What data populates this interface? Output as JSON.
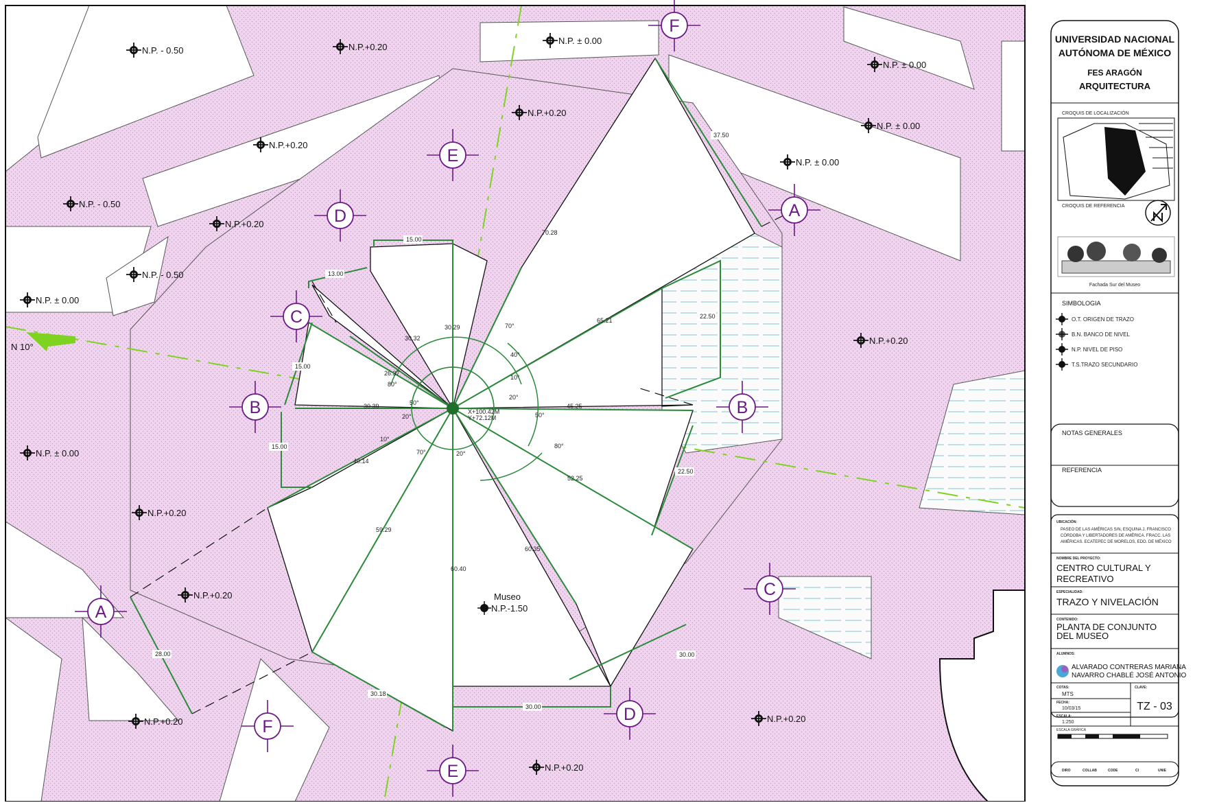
{
  "north_label": "N 10°",
  "level_labels": [
    {
      "id": "np-1",
      "text": "N.P. - 0.50"
    },
    {
      "id": "np-2",
      "text": "N.P.+0.20"
    },
    {
      "id": "np-3",
      "text": "N.P. ± 0.00"
    },
    {
      "id": "np-4",
      "text": "N.P. ± 0.00"
    },
    {
      "id": "np-5",
      "text": "N.P.+0.20"
    },
    {
      "id": "np-6",
      "text": "N.P. ± 0.00"
    },
    {
      "id": "np-7",
      "text": "N.P.+0.20"
    },
    {
      "id": "np-8",
      "text": "N.P. - 0.50"
    },
    {
      "id": "np-9",
      "text": "N.P.+0.20"
    },
    {
      "id": "np-10",
      "text": "N.P. ± 0.00"
    },
    {
      "id": "np-11",
      "text": "N.P. - 0.50"
    },
    {
      "id": "np-12",
      "text": "N.P. ± 0.00"
    },
    {
      "id": "np-13",
      "text": "N.P.+0.20"
    },
    {
      "id": "np-14",
      "text": "N.P. ± 0.00"
    },
    {
      "id": "np-15",
      "text": "N.P.+0.20"
    },
    {
      "id": "np-16",
      "text": "N.P.+0.20"
    },
    {
      "id": "np-17",
      "text": "N.P.+0.20"
    },
    {
      "id": "np-18",
      "text": "N.P.+0.20"
    },
    {
      "id": "np-19",
      "text": "N.P.+0.20"
    }
  ],
  "museum": {
    "name": "Museo",
    "level": "N.P.-1.50"
  },
  "origin_coords": [
    "X+100.42M",
    "Y+72.12M"
  ],
  "axis_markers": [
    "A",
    "B",
    "C",
    "D",
    "E",
    "F",
    "A",
    "B",
    "C",
    "D",
    "E",
    "F"
  ],
  "ray_lengths": [
    "30.29",
    "30.32",
    "26.37",
    "30.39",
    "40.14",
    "59.29",
    "60.40",
    "60.35",
    "52.25",
    "45.25",
    "65.21",
    "70.28"
  ],
  "angle_labels": [
    "70°",
    "40°",
    "10°",
    "20°",
    "80°",
    "50°",
    "20°",
    "10°",
    "70°",
    "20°",
    "50°",
    "80°"
  ],
  "edge_dims": [
    "15.00",
    "13.00",
    "15.00",
    "15.00",
    "37.50",
    "22.50",
    "22.50",
    "30.00",
    "30.00",
    "30.18",
    "28.00"
  ],
  "title_block": {
    "university": [
      "UNIVERSIDAD NACIONAL",
      "AUTÓNOMA DE MÉXICO"
    ],
    "faculty": [
      "FES ARAGÓN",
      "ARQUITECTURA"
    ],
    "croquis_localizacion": "CROQUIS DE LOCALIZACIÓN",
    "croquis_referencia": "CROQUIS DE REFERENCIA",
    "facade_caption": "Fachada Sur del Museo",
    "simbologia_title": "SIMBOLOGIA",
    "symbols": [
      "O.T. ORIGEN DE TRAZO",
      "B.N. BANCO DE NIVEL",
      "N.P. NIVEL DE PISO",
      "T.S.TRAZO SECUNDARIO"
    ],
    "notas_generales": "NOTAS GENERALES",
    "referencia": "REFERENCIA",
    "ubicacion_label": "UBICACIÓN:",
    "ubicacion": [
      "PASEO DE LAS AMÉRICAS S/N, ESQUINA J. FRANCISCO",
      "CÓRDOBA Y LIBERTADORES DE AMÉRICA. FRACC. LAS",
      "AMÉRICAS. ECATEPEC DE MORELOS, EDO. DE MÉXICO"
    ],
    "proyecto_label": "NOMBRE DEL PROYECTO:",
    "proyecto": [
      "CENTRO CULTURAL Y",
      "RECREATIVO"
    ],
    "especialidad_label": "ESPECIALIDAD:",
    "especialidad": "TRAZO Y NIVELACIÓN",
    "contenido_label": "CONTENIDO:",
    "contenido": [
      "PLANTA DE CONJUNTO",
      "DEL MUSEO"
    ],
    "alumnos_label": "ALUMNOS:",
    "alumnos": [
      "ALVARADO CONTRERAS MARIANA",
      "NAVARRO CHABLÉ JOSÉ ANTONIO"
    ],
    "cotas_label": "COTAS:",
    "cotas": "MTS",
    "fecha_label": "FECHA:",
    "fecha": "10/03/15",
    "escala_label": "ESCALA:",
    "escala": "1:250",
    "escala_grafica_label": "ESCALA GRÁFICA",
    "clave_label": "CLAVE:",
    "clave": "TZ - 03",
    "footer": [
      "DIRO",
      "COLLAB",
      "CODE",
      "CI",
      "UNIE"
    ]
  },
  "colors": {
    "site_fill": "#f0d5ef",
    "axis_purple": "#6b1a86",
    "trace_green": "#2a8a3a",
    "north_green": "#7ed321",
    "water": "#7ec9d0"
  }
}
